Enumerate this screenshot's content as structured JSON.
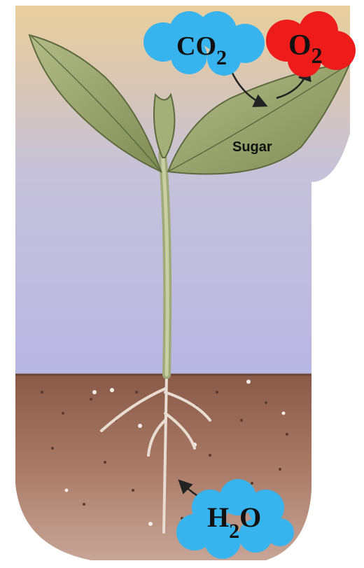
{
  "labels": {
    "co2_main": "CO",
    "co2_sub": "2",
    "o2_main": "O",
    "o2_sub": "2",
    "sugar": "Sugar",
    "h2o_h": "H",
    "h2o_sub": "2",
    "h2o_o": "O"
  },
  "colors": {
    "sky_top": "#e9cf9c",
    "sky_mid": "#c9c4d6",
    "sky_low": "#b9b7e2",
    "soil": "#a77560",
    "soil_dark": "#7a4f3f",
    "leaf": "#9caa6e",
    "leaf_dark": "#5d6a3e",
    "stem": "#b3bd8c",
    "co2_bubble": "#37b4ee",
    "o2_bubble": "#ee1b1b",
    "h2o_bubble": "#37b4ee"
  }
}
